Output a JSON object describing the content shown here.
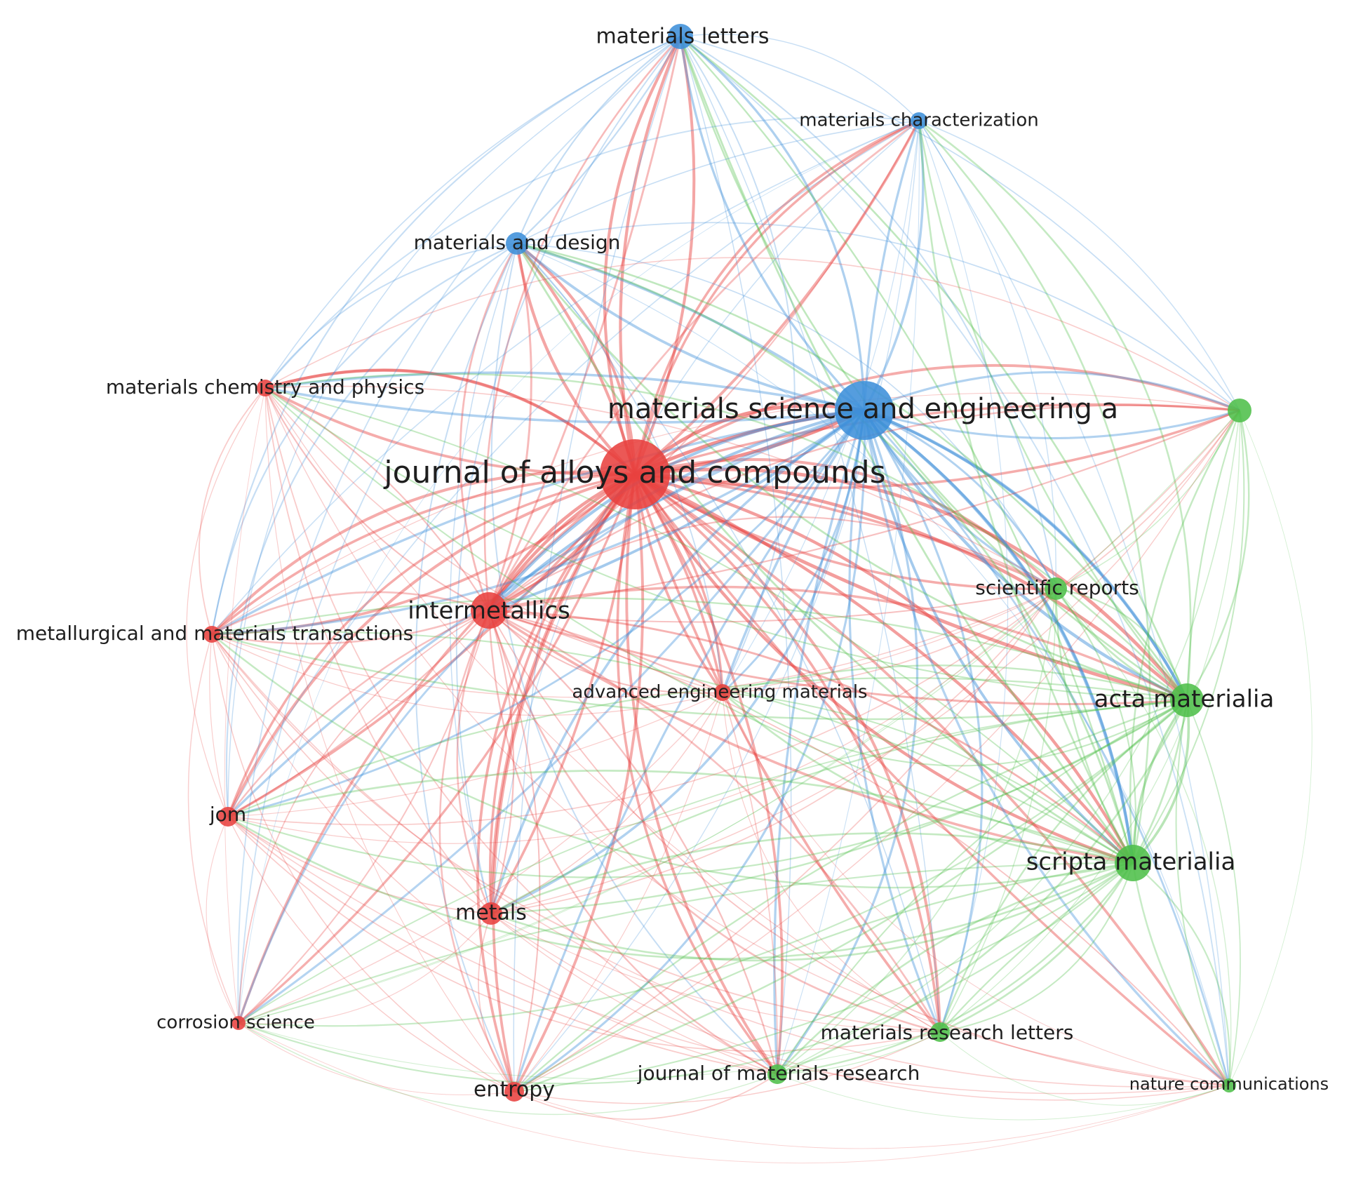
{
  "colors": {
    "red": "#e8413f",
    "blue": "#3d8fd9",
    "green": "#4fbf4a"
  },
  "clusters": [
    {
      "id": "red",
      "color": "#e8413f"
    },
    {
      "id": "blue",
      "color": "#3d8fd9"
    },
    {
      "id": "green",
      "color": "#4fbf4a"
    }
  ],
  "nodes": [
    {
      "id": "jac",
      "label": "journal of alloys and compounds",
      "cluster": "red",
      "weight": 10
    },
    {
      "id": "msea",
      "label": "materials science and engineering a",
      "cluster": "blue",
      "weight": 8
    },
    {
      "id": "ml",
      "label": "materials letters",
      "cluster": "blue",
      "weight": 3
    },
    {
      "id": "mc",
      "label": "materials characterization",
      "cluster": "blue",
      "weight": 2
    },
    {
      "id": "md",
      "label": "materials and design",
      "cluster": "blue",
      "weight": 3
    },
    {
      "id": "mcp",
      "label": "materials chemistry and physics",
      "cluster": "red",
      "weight": 2
    },
    {
      "id": "inter",
      "label": "intermetallics",
      "cluster": "red",
      "weight": 5
    },
    {
      "id": "mmt",
      "label": "metallurgical and materials transactions",
      "cluster": "red",
      "weight": 2
    },
    {
      "id": "aem",
      "label": "advanced engineering materials",
      "cluster": "red",
      "weight": 2
    },
    {
      "id": "jom",
      "label": "jom",
      "cluster": "red",
      "weight": 2
    },
    {
      "id": "metals",
      "label": "metals",
      "cluster": "red",
      "weight": 2
    },
    {
      "id": "cs",
      "label": "corrosion science",
      "cluster": "red",
      "weight": 1
    },
    {
      "id": "entropy",
      "label": "entropy",
      "cluster": "red",
      "weight": 2
    },
    {
      "id": "jmr",
      "label": "journal of materials research",
      "cluster": "green",
      "weight": 2
    },
    {
      "id": "mrl",
      "label": "materials research letters",
      "cluster": "green",
      "weight": 2
    },
    {
      "id": "nc",
      "label": "nature communications",
      "cluster": "green",
      "weight": 1
    },
    {
      "id": "sm",
      "label": "scripta materialia",
      "cluster": "green",
      "weight": 5
    },
    {
      "id": "am",
      "label": "acta materialia",
      "cluster": "green",
      "weight": 5
    },
    {
      "id": "sr",
      "label": "scientific reports",
      "cluster": "green",
      "weight": 2
    },
    {
      "id": "gnode",
      "label": "",
      "cluster": "green",
      "weight": 2
    }
  ]
}
